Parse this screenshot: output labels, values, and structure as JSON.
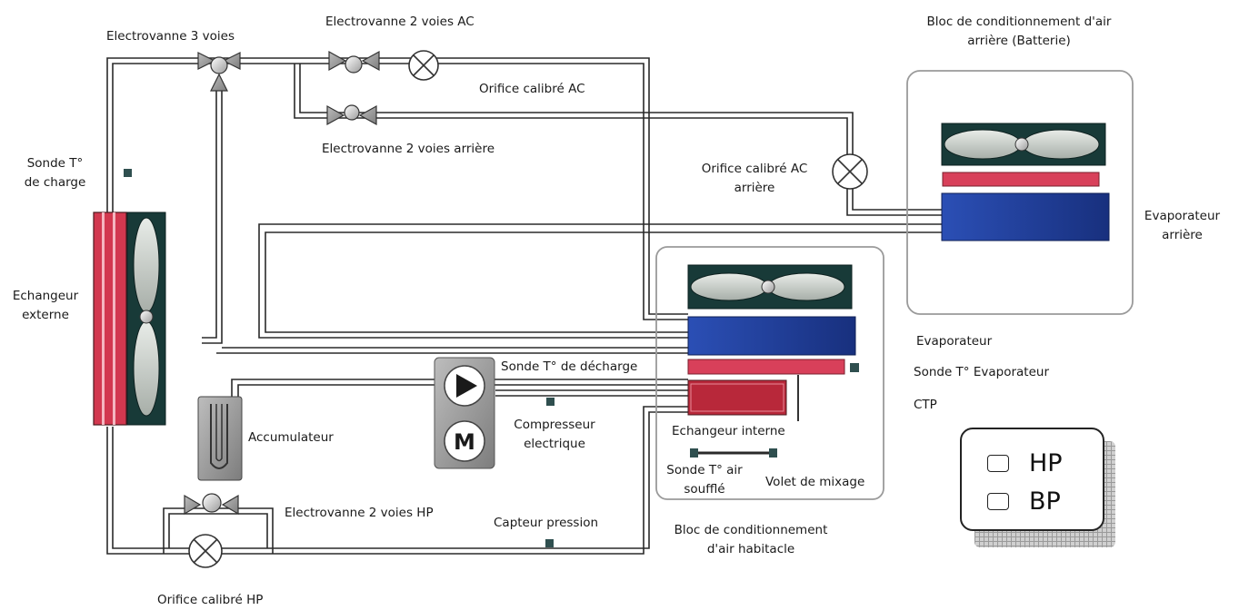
{
  "labels": {
    "electrovanne_3_voies": "Electrovanne 3 voies",
    "electrovanne_2_voies_ac": "Electrovanne 2 voies AC",
    "orifice_calibre_ac": "Orifice calibré AC",
    "electrovanne_2_voies_arriere": "Electrovanne 2 voies arrière",
    "sonde_charge_1": "Sonde T°",
    "sonde_charge_2": "de charge",
    "echangeur_externe_1": "Echangeur",
    "echangeur_externe_2": "externe",
    "orifice_ac_arriere_1": "Orifice calibré  AC",
    "orifice_ac_arriere_2": "arrière",
    "bloc_arriere_1": "Bloc de conditionnement d'air",
    "bloc_arriere_2": "arrière (Batterie)",
    "evaporateur_arriere_1": "Evaporateur",
    "evaporateur_arriere_2": "arrière",
    "evaporateur": "Evaporateur",
    "sonde_evaporateur": "Sonde T° Evaporateur",
    "ctp": "CTP",
    "sonde_decharge": "Sonde T° de décharge",
    "compresseur_1": "Compresseur",
    "compresseur_2": "electrique",
    "accumulateur": "Accumulateur",
    "echangeur_interne": "Echangeur interne",
    "sonde_air_souffle_1": "Sonde T° air",
    "sonde_air_souffle_2": "soufflé",
    "volet_mixage": "Volet de mixage",
    "electrovanne_2_voies_hp": "Electrovanne 2 voies HP",
    "capteur_pression": "Capteur pression",
    "bloc_habitacle_1": "Bloc de conditionnement",
    "bloc_habitacle_2": "d'air habitacle",
    "orifice_calibre_hp": "Orifice calibré HP",
    "pump_letter": "M"
  },
  "legend": {
    "hp": "HP",
    "bp": "BP"
  },
  "colors": {
    "pipe": "#2a2a2a",
    "condenser_red": "#d2384f",
    "fan_dark": "#183a38",
    "evaporator_blue": "#1f3f9a",
    "heater_red": "#d8405a",
    "interne_red": "#b8283a",
    "component_grey": "#9a9a9a",
    "sensor": "#2f4f4f"
  }
}
